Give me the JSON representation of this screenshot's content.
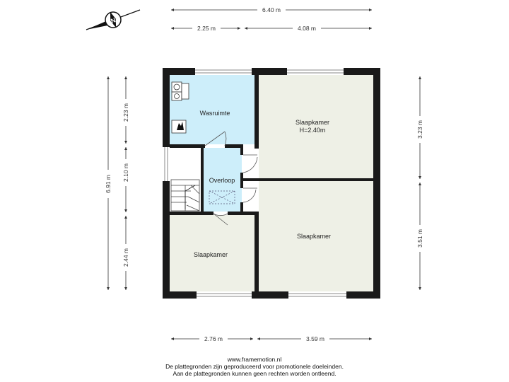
{
  "dimensions": {
    "top_total": "6.40 m",
    "top_left": "2.25 m",
    "top_right": "4.08 m",
    "bottom_left": "2.76 m",
    "bottom_right": "3.59 m",
    "left_total": "6.91 m",
    "left_top": "2.23 m",
    "left_mid": "2.10 m",
    "left_bottom": "2.44 m",
    "right_top": "3.23 m",
    "right_bottom": "3.51 m"
  },
  "rooms": {
    "wasruimte": "Wasruimte",
    "slaapkamer_top_name": "Slaapkamer",
    "slaapkamer_top_height": "H=2.40m",
    "overloop": "Overloop",
    "slaapkamer_right": "Slaapkamer",
    "slaapkamer_left": "Slaapkamer"
  },
  "footer": {
    "website": "www.framemotion.nl",
    "line1": "De plattegronden zijn geproduceerd voor promotionele doeleinden.",
    "line2": "Aan de plattegronden kunnen geen rechten worden ontleend."
  },
  "colors": {
    "wall": "#1a1a1a",
    "room_fill": "#eef0e6",
    "wet_room_fill": "#cdeefa",
    "dim_line": "#333333"
  },
  "icons": [
    "compass-icon",
    "washing-machine-icon",
    "boiler-icon",
    "staircase-icon",
    "hatch-icon"
  ]
}
